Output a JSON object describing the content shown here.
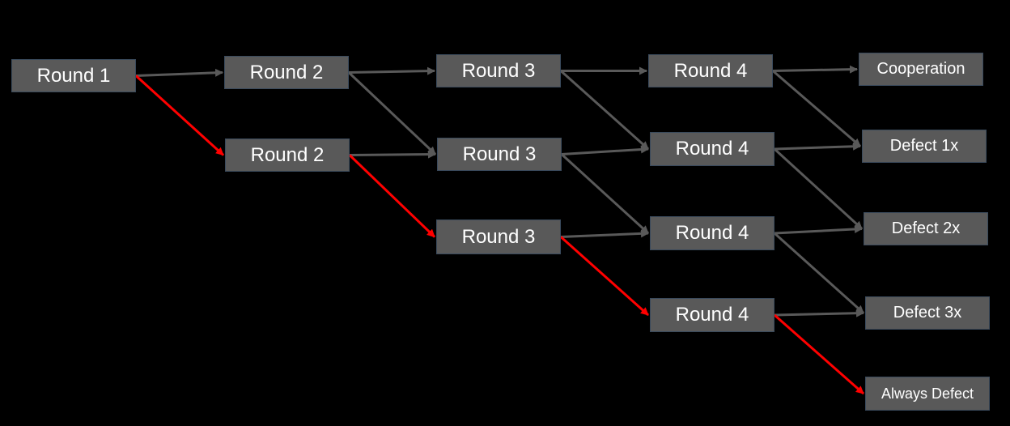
{
  "colors": {
    "background": "#000000",
    "box_fill": "#595959",
    "box_border": "#3a4a5c",
    "text": "#ffffff",
    "arrow_default": "#595959",
    "arrow_highlight": "#ff0000"
  },
  "nodes": {
    "r1": "Round 1",
    "r2a": "Round 2",
    "r2b": "Round 2",
    "r3a": "Round 3",
    "r3b": "Round 3",
    "r3c": "Round 3",
    "r4a": "Round 4",
    "r4b": "Round 4",
    "r4c": "Round 4",
    "r4d": "Round 4",
    "o1": "Cooperation",
    "o2": "Defect 1x",
    "o3": "Defect 2x",
    "o4": "Defect 3x",
    "o5": "Always Defect"
  },
  "edges": [
    {
      "from": "r1",
      "to": "r2a",
      "highlight": false
    },
    {
      "from": "r1",
      "to": "r2b",
      "highlight": true
    },
    {
      "from": "r2a",
      "to": "r3a",
      "highlight": false
    },
    {
      "from": "r2a",
      "to": "r3b",
      "highlight": false
    },
    {
      "from": "r2b",
      "to": "r3b",
      "highlight": false
    },
    {
      "from": "r2b",
      "to": "r3c",
      "highlight": true
    },
    {
      "from": "r3a",
      "to": "r4a",
      "highlight": false
    },
    {
      "from": "r3a",
      "to": "r4b",
      "highlight": false
    },
    {
      "from": "r3b",
      "to": "r4b",
      "highlight": false
    },
    {
      "from": "r3b",
      "to": "r4c",
      "highlight": false
    },
    {
      "from": "r3c",
      "to": "r4c",
      "highlight": false
    },
    {
      "from": "r3c",
      "to": "r4d",
      "highlight": true
    },
    {
      "from": "r4a",
      "to": "o1",
      "highlight": false
    },
    {
      "from": "r4a",
      "to": "o2",
      "highlight": false
    },
    {
      "from": "r4b",
      "to": "o2",
      "highlight": false
    },
    {
      "from": "r4b",
      "to": "o3",
      "highlight": false
    },
    {
      "from": "r4c",
      "to": "o3",
      "highlight": false
    },
    {
      "from": "r4c",
      "to": "o4",
      "highlight": false
    },
    {
      "from": "r4d",
      "to": "o4",
      "highlight": false
    },
    {
      "from": "r4d",
      "to": "o5",
      "highlight": true
    }
  ]
}
